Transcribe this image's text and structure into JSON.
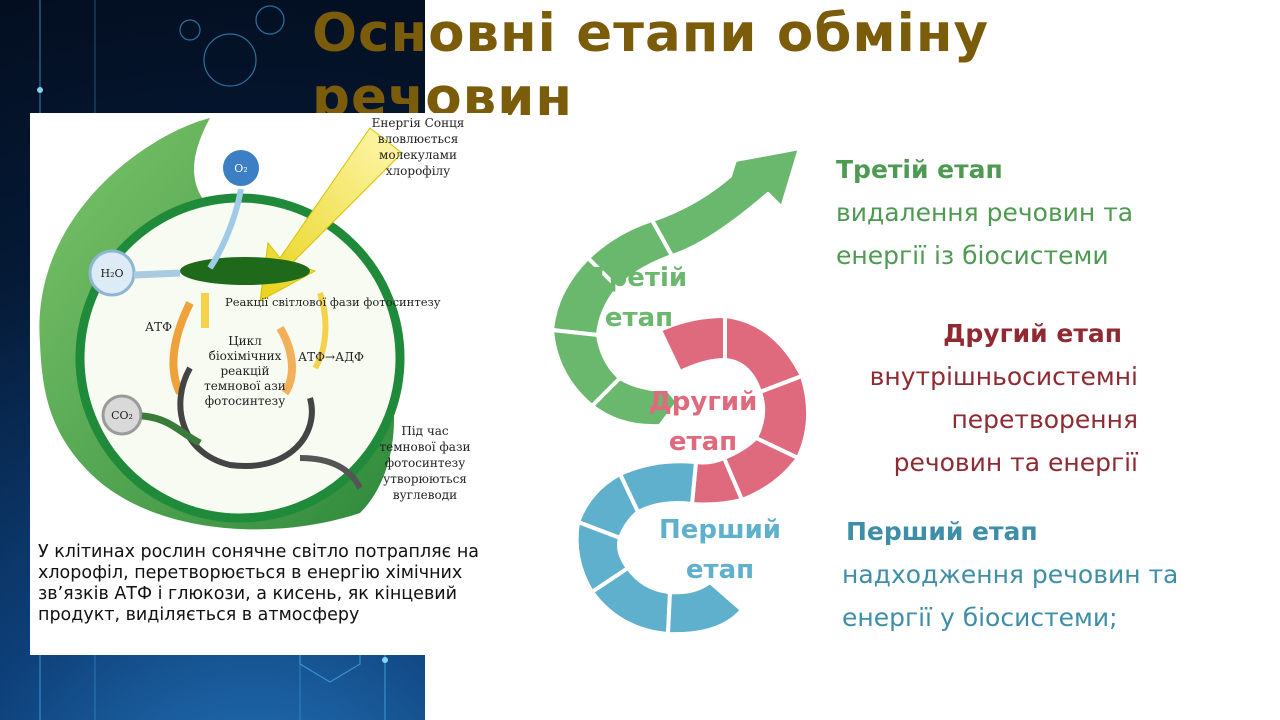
{
  "title": "Основні етапи обміну речовин",
  "colors": {
    "title": "#7a5c0b",
    "green": "#6ab86e",
    "green_text": "#4e9a52",
    "red": "#e06a7d",
    "red_text": "#8f2a33",
    "blue": "#5fb0cc",
    "blue_text": "#3e8ea8"
  },
  "diagram": {
    "sun_energy": [
      "Енергія Сонця",
      "вловлюється",
      "молекулами",
      "хлорофілу"
    ],
    "o2": "O₂",
    "h2o": "H₂O",
    "co2": "CO₂",
    "light_phase": "Реакції світлової фази фотосинтезу",
    "atf": "АТФ",
    "atf_adf": "АТФ→АДФ",
    "cycle": [
      "Цикл",
      "біохімічних",
      "реакцій",
      "темнової ази",
      "фотосинтезу"
    ],
    "dark_phase": [
      "Під час",
      "темнової фази",
      "фотосинтезу",
      "утворюються",
      "вуглеводи"
    ]
  },
  "caption": "У клітинах рослин сонячне світло потрапляє на хлорофіл, перетворюється в енергію хімічних зв’язків АТФ і глюкози, а кисень, як кінцевий продукт, виділяється в атмосферу",
  "spiral_labels": {
    "third": [
      "Третій",
      "етап"
    ],
    "second": [
      "Другий",
      "етап"
    ],
    "first": [
      "Перший",
      "етап"
    ]
  },
  "stages": {
    "third": {
      "heading": "Третій етап",
      "lines": [
        "видалення речовин та",
        "енергії із біосистеми"
      ]
    },
    "second": {
      "heading": "Другий етап",
      "lines": [
        "внутрішньосистемні",
        "перетворення",
        "речовин та енергії"
      ]
    },
    "first": {
      "heading": "Перший етап",
      "lines": [
        "надходження речовин та",
        "енергії у біосистеми;"
      ]
    }
  }
}
